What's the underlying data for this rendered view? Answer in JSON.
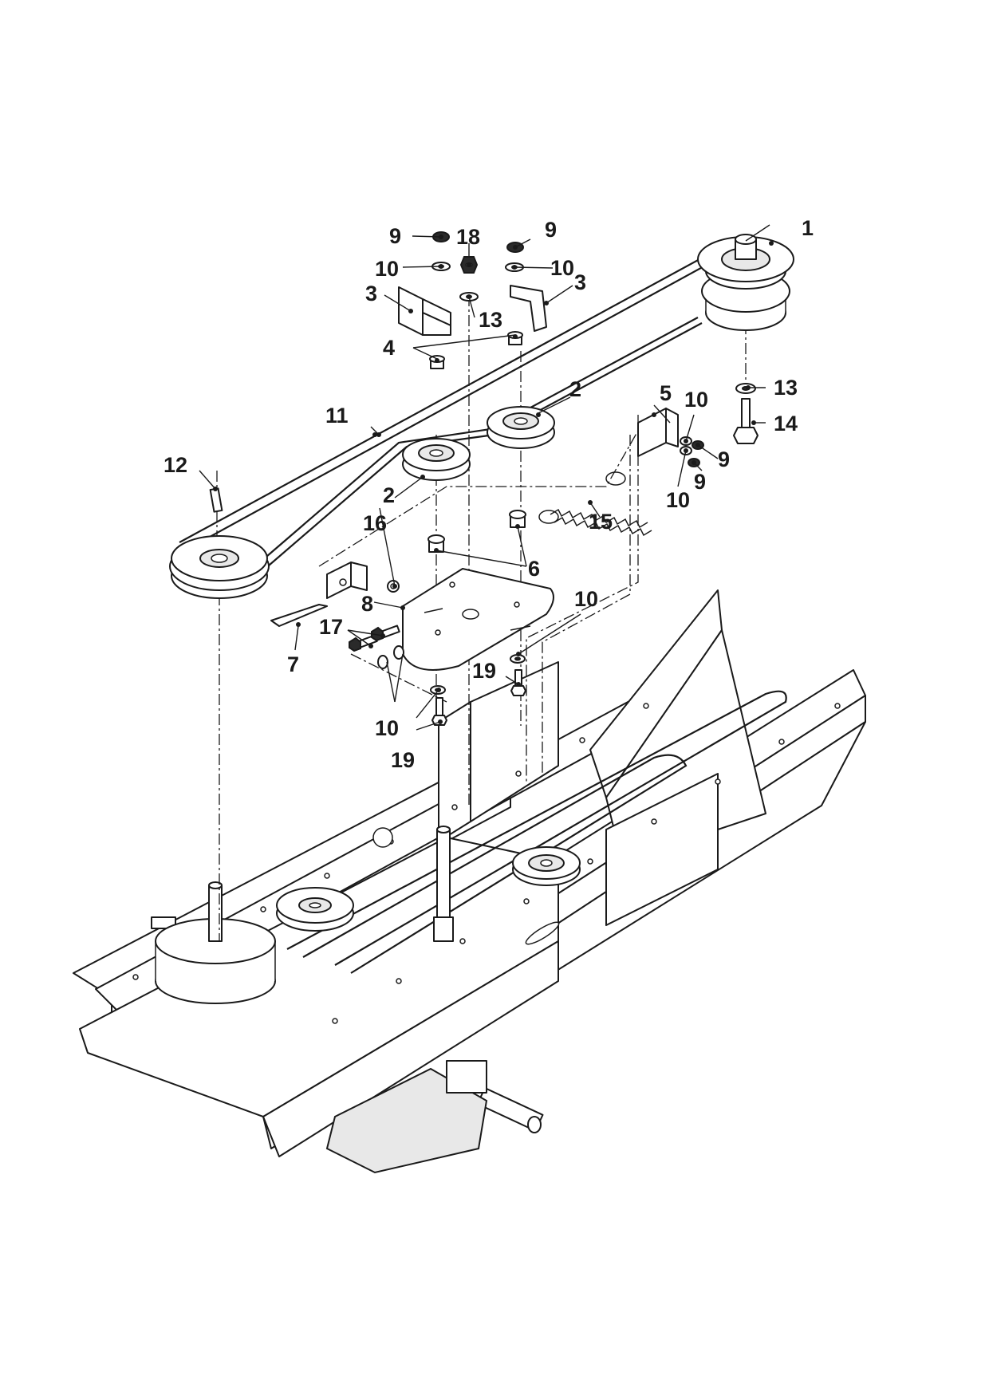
{
  "callouts": {
    "c1": "1",
    "c2a": "2",
    "c2b": "2",
    "c3a": "3",
    "c3b": "3",
    "c4": "4",
    "c5": "5",
    "c6": "6",
    "c7": "7",
    "c8": "8",
    "c9a": "9",
    "c9b": "9",
    "c9c": "9",
    "c9d": "9",
    "c10a": "10",
    "c10b": "10",
    "c10c": "10",
    "c10d": "10",
    "c10e": "10",
    "c10f": "10",
    "c11": "11",
    "c12": "12",
    "c13a": "13",
    "c13b": "13",
    "c14": "14",
    "c15": "15",
    "c16": "16",
    "c17": "17",
    "c18": "18",
    "c19a": "19",
    "c19b": "19"
  }
}
